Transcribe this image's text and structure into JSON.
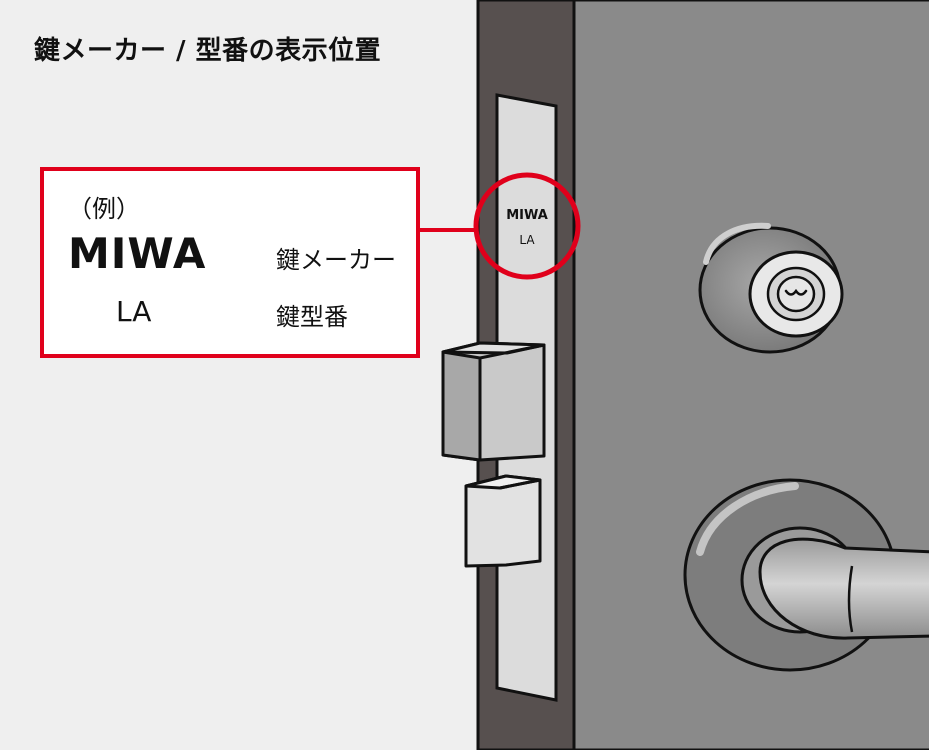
{
  "title": "鍵メーカー / 型番の表示位置",
  "callout": {
    "example_label": "（例）",
    "maker_value": "MIWA",
    "model_value": "LA",
    "maker_caption": "鍵メーカー",
    "model_caption": "鍵型番"
  },
  "strike_plate": {
    "maker_text": "MIWA",
    "model_text": "LA"
  },
  "colors": {
    "accent_red": "#e0001b",
    "wall": "#efefef",
    "door_edge": "#57504f",
    "door_face": "#8a8a8a",
    "plate": "#dcdcdc"
  },
  "icons": {
    "arrow_maker": "arrow-left-icon",
    "arrow_model": "arrow-left-icon",
    "keyhole": "keyhole-icon"
  }
}
